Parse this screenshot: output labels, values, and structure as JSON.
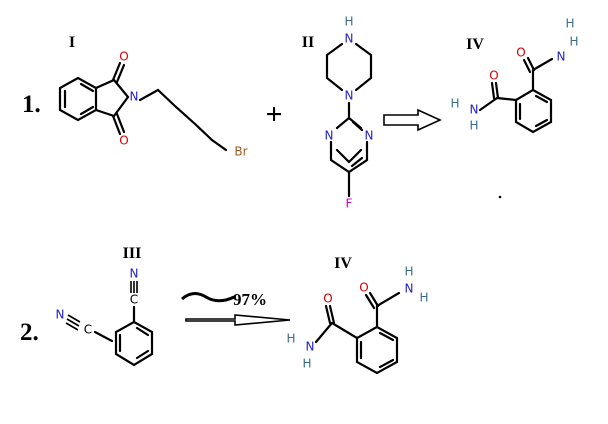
{
  "reactions": [
    {
      "number": "1.",
      "compounds": [
        {
          "label": "I"
        },
        {
          "label": "II"
        },
        {
          "label": "IV"
        }
      ],
      "plus": "+"
    },
    {
      "number": "2.",
      "compounds": [
        {
          "label": "III"
        },
        {
          "label": "IV"
        }
      ],
      "yield": "97%"
    }
  ],
  "atoms": {
    "O": "O",
    "N": "N",
    "Br": "Br",
    "F": "F",
    "H": "H",
    "C": "C"
  },
  "colors": {
    "oxygen": "#d40000",
    "nitrogen": "#2222cc",
    "bromine": "#a05a1e",
    "fluorine": "#cc00cc",
    "hydrogen": "#3a6e8e",
    "carbon": "#000000"
  }
}
